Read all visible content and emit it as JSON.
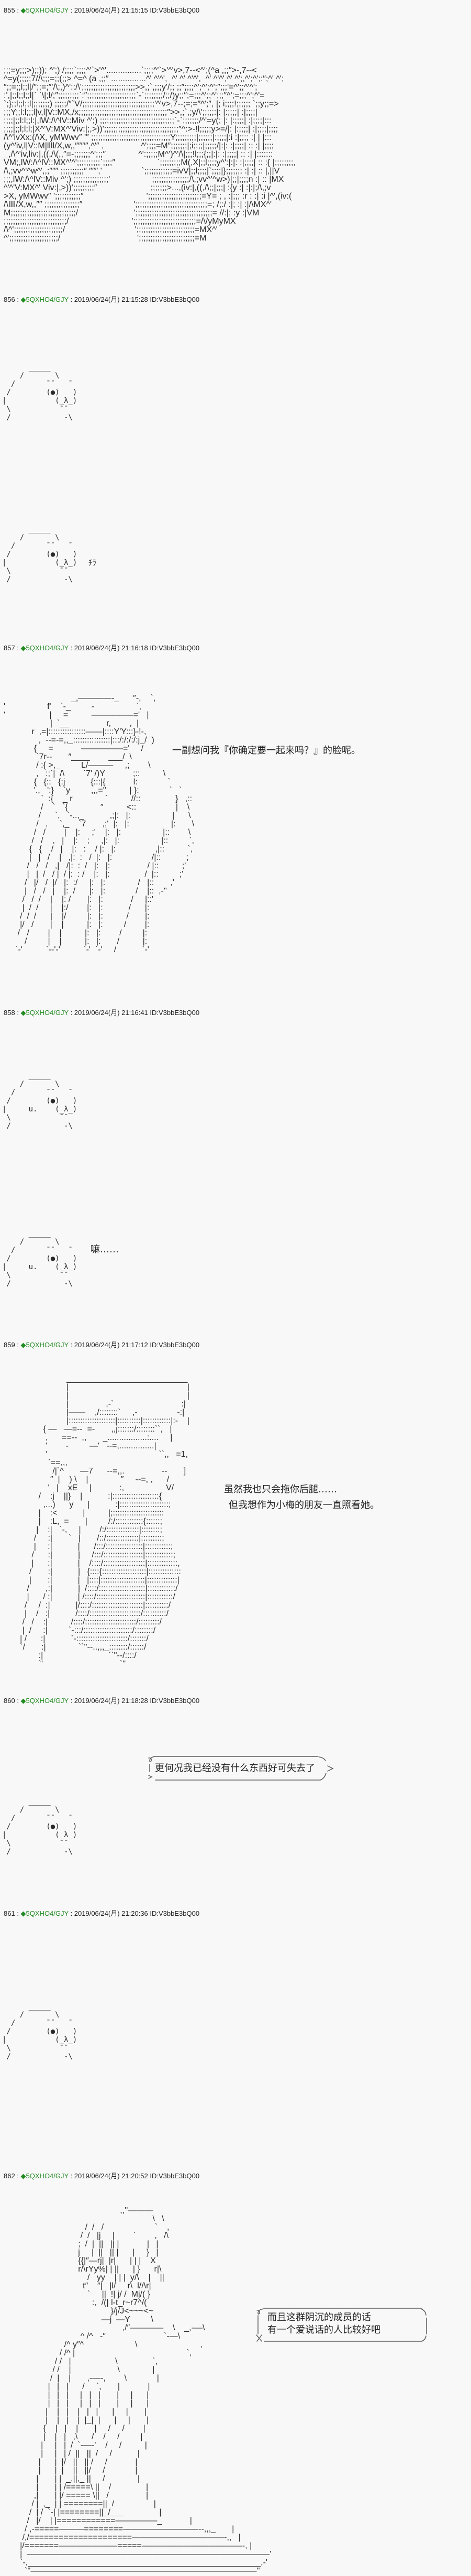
{
  "page": {
    "background": "#f8f8f8",
    "text_color": "#222222",
    "trip_color": "#228b22"
  },
  "header_sep": " : ",
  "posts": [
    {
      "number": "855",
      "trip": "◆5QXHO4/GJY",
      "date": "2019/06/24(月)",
      "time": "21:15:15",
      "id": "ID:V3bbE3bQ00",
      "aa": [
        ";;;=y;;;>);;)); ^';) /;;;;`;;;;^'`>'^'...............`;;;;^'`>'^'v>,7--<^';(^a ,;;″>-,7--<",
        "^=y(;;;;;7//\\;;;=;;(;;> ^=^ (a ,;;″ ...............^' ^'^',  ^' ^' ^'^',  ^' ^'^',^' ^';,^';^';:″;^' ^';",
        "″;;=;;l;;l|/″;;=;″'/\\;,)^'::/\\';;;;;;;;;;;;;;;;;;;;;;;>>,;`,;;;y'/;; ;;″;;;;^';^';^';″;;;'=^';;^'^';",
        ":',|;;l;;l;;l|` `\\|;l/;″;;;;;;;;;`:″;;;;;;;;;;;;;;;;;;;;;`-`;;;;;;;;/;;/)y;;″;=;;;^';;^';;;″^';=;;;^';^'=",
        "`;};;l;;l;;l|;;;;;;;) ;;;;;/″`V/;;;;;;;;;;;;;;;;;;;;;;;;;;;;;;;'^'v>,7--;=;=″^';″, |; i;;;;!;;;;;; `;;y;;=>",
        ";;;Y;;l:l;;;l|v,l|V::MX,/x;;;;;;;;;;;;;;;;;;;;;;;;;;;;;;;;;;;;;;″>>,;`,;y/\\';;;;;:|: |:;;;;| :|;;;;|",
        ";;;;|;;l:l;;l:|,lW:/\\^lV::Miv ^';) ;;;;;;;;;;;;;;;;;;;;;;;;;;;;;;;;`-`;;;;;;;/^'=y(; |: |:;;;;| :|;;;;|:::",
        ";;;;|;;l;l;l;|X^'V:MX^'Viv:|;,>))';;;;;;;;;;;;;;;;;;;;;;;;;;;;;;;;″^:>-!l;;;;;y>=/|: |:;;;;| :|;;;;|;;;;",
        "/\\^'ivXx:(/\\X, yMWwv″ '″ ;;;;;;;;;;;;;;;;;;;;;;;;;;;;;;;;;;Y;;;;;;;;;|;;;;;;|:;;;;|:i :|;;;; :| | |:::",
        "(y^'iv,l|V::M|llll/X,w,,″″″″',^'″ ,                ^';;;;=M″;;;;;;;|;i;;;;|;;;;;/|:|: :|;;;;| :: :| |;;;;",
        "_,/\\^'iv,liv:|,((,/\\(,,″=-;;;;;;;^';;;″              ^':;;;;;M^')^'/\\|;;;!l;;;{;;|:|: :|;;;;| :: :| |:::::::",
        "VM;,lW:/\\^lV::MX^'^';;;;;;;;;;`;;;;″                  `;;;;;;;;;M(,X|;;l;;;;y^':|:|: :|;;;;| :: :{ |;;;;;;;;,",
        "/\\,;vv^'^w^',,;″″″ ;;;;;;;;;;″ ″″″,'                 `;;;;;;;;;;;;=ivV|;;l;;;;|`;;;;|};;;;;;; :| :| :: |,||V",
        ";;;,lW:/\\^lV::Miv ^';) ;;;;;;;;;;;;;;;'                  ;;;;;;;;;;;;;;;;/\\,;vv^'^w>)|;;|;;;;n :| :: |MX",
        "^'^'V:MX^' Viv:|,>))';;;;;;;;;″                       ;;;;;;;>...,(iv:|,((,/\\;;|;;;| :{y :| :|:|;/\\,;v",
        ">X, yMWwv″ ';;;;;;;;;;;″                           ';;;;;;;;;;;;;;;;;;;;;;;=Y= ; , :|;;; :r : :| :i |^',(iv:(",
        "/\\llll/X,w,,″″ ;;;;;;;;;;;;;;;″                      ';;;;;;;;;;;;;;;;;;;;;;;;;;;;;;;=; /;:/ :|; :| :|/\\MX^'",
        "M;;;;;;;;;;;;;;;;;;;;;;;;;;;;/                        ';;;;;;;;;;;;;;;;;;;;;;;;;;;;;;;;;= //:|; :y :|VM",
        ";;;;;;;;;;;;;;;;;;;;;;;;;;;/                           ';;;;;;;;;;;;;;;;;;;;;;;;;;;=/\\/yMyMX",
        "/\\^';;;;;;;;;;;;;;;;;;;;;/                              ';;;;;;;;;;;;;;;;;;;;;;;;;=MX^'",
        "^';;;;;;;;;;;;;;;;;;;;;/                                 ';;;;;;;;;;;;;;;;;;;;;;;;=M"
      ]
    },
    {
      "number": "856",
      "trip": "◆5QXHO4/GJY",
      "date": "2019/06/24(月)",
      "time": "21:15:28",
      "id": "ID:V3bbE3bQ00",
      "figures": [
        {
          "type": "yaruo",
          "aa": [
            "      _____",
            "    /       \\",
            "  /       ¯¯   ¯",
            " /        (●)   )",
            "|           (_λ_)",
            " \\           ¯¯",
            " /            -\\"
          ]
        },
        {
          "type": "yaruo",
          "aa": [
            "      _____",
            "    /       \\",
            "  /       ¯¯   ¯",
            " /        (●)   )",
            "|           (_λ_)",
            " \\           ¯¯",
            " /            -\\"
          ],
          "side_text": "ﾁﾗ"
        }
      ]
    },
    {
      "number": "857",
      "trip": "◆5QXHO4/GJY",
      "date": "2019/06/24(月)",
      "time": "21:16:18",
      "id": "ID:V3bbE3bQ00",
      "aa": [
        "                             _,――――-_      ″-,    `,",
        "'                  f'    `-_         -                  `,",
        "'                   |     =          ―――――='   |",
        "                    |  `__                r,        ,  |",
        "            r  ,=|::::::::::::::::――|::::Y'Y:::}-!-,",
        "               ,  --=-=,,_::::::::::::::::|:::/:/:/:/:j_/  )",
        "             {     =            ―――――='     /",
        "              `7r--       ″____        ___/  \\",
        "              / :{ >,_         L/―――     ,;        \\",
        "              ,   :;`|  /\\        `7' /)Y            ;::          \\",
        "             {   {::   {:j           {:::|{            l:             `",
        "             '.,   ':}    `y         ,,,=''          | }:             `   `",
        "                `  :{    _ r              `          //::               }   ,::",
        "                /    `   `{              ″          <::                 |    \\",
        "               /      `,   `-..,_           ,;|:   |:                  |      \\",
        "              /   ,     `,_    `7       ,;'  |:   |:                  |:       \\",
        "             /   /        |    |:     ;'    |:   |:                  |::        \\",
        "            /   /    ,   |    |:    ;     ,|:   |:                  |::         `,",
        "           {   {    /   |    |:   :    / |:   |:                 ,|::          `,",
        "           |   |   /    |   ,|:  :   /  |:   |:                 /|::           ;",
        "          /   /   /   ,|   /|:  :  /   |:   |:                / |::          ;'",
        "          |   |  /   / |  / |:  : /    |:   |:               /  |::         ;'",
        "         /   |/   /  |/   |:  :/     |:   |:              /   |::       ,'",
        "         |   /   /   |    |:  /      |:   |:             /    |::  ,-''",
        "        /   /  /    |    |: /       |:   |:            /     |::'",
        "        |  /  /     |    |:/        |:   |:           /      |:",
        "       /  /  /      |    |/         |:   |:          /       |:",
        "       |/   /       |    |          |:   |:         /        |:",
        "      /   /        |    |          |:   |:        /         |:",
        "         /         |    |          |:   |:       /          |:",
        "     `-'          `--'-'          `-'  `-'     /           `-'"
      ],
      "dialogue": [
        "一副想问我『你确定要一起来吗？』的脸呢。"
      ]
    },
    {
      "number": "858",
      "trip": "◆5QXHO4/GJY",
      "date": "2019/06/24(月)",
      "time": "21:16:41",
      "id": "ID:V3bbE3bQ00",
      "figures": [
        {
          "type": "yaruo",
          "aa": [
            "      _____",
            "    /       \\",
            "  /       ¯¯   ¯",
            " /        (●)   )",
            "|     u.    (_λ_)",
            " \\           ¯¯",
            " /            -\\"
          ]
        },
        {
          "type": "yaruo",
          "aa": [
            "      _____",
            "    /       \\",
            "  /       ¯¯   ¯",
            " /        (●)   )",
            "|     u.    (_λ_)",
            " \\           ¯¯",
            " /            -\\"
          ],
          "side_text": "嘛……"
        }
      ]
    },
    {
      "number": "859",
      "trip": "◆5QXHO4/GJY",
      "date": "2019/06/24(月)",
      "time": "21:17:12",
      "id": "ID:V3bbE3bQ00",
      "aa": [
        "                           __________________________",
        "                           |                                                   |",
        "                           |                                                   |",
        "                           |                ,-`                             :|",
        "                           |――    ,/::::::::`     ,-                 -:|",
        "                           |::::::::::::::::::::|::::::::::|::::::::::::|:-    |",
        "                 { ―   ―=--  =-       ,,j:::::::/::::::::``,   |",
        "                  ,      ==--  ,,       _.................:....     |",
        "                  '        -         ―'   --=,...............|",
        "                  '                                                ``,,   =1,",
        "                   `==,,,",
        "                     /|`^       ―7      --=,,.                --       ]",
        "                    ″  |    ) \\    |              ″     --=, ,      /",
        "                   '   |    xE     |            :,                  V/",
        "               /    :j    ||}    |           :|::::::::::::::::::::{",
        "                 ,...)      y      |           :|:::::::::::::::::::::;",
        "               |    :<           |          |;::::::::::::::::::::::",
        "               |    :L,  =       |         /:/::::::::::::{::::::;",
        "              |    :|   `-,     |        /:/::::::::::::::|::::::::;",
        "             /     :|       `   |       /::/::::::::::::::|:::::::::;",
        "             |     :|           |      /:::/::::::::::::::::|:::::::::::;",
        "            /      :|           |     /:::/:::::::::::::::::|::::::::::::;",
        "            |      :|           |    /::::/::::::::::::::::::|:::::::::::::,",
        "           /       :|           |   {::::{:::::::::::::::::::|::::::::::::::",
        "           |       :|           |   |::::|:::::::::::::::::::|:::::::::::::|",
        "          /       ,:|           |  /::::/::::::::::::::::::::|::::::::::::/",
        "          |      / :|           | /::::/:::::::::::::::::::::|:::::::::::/",
        "         /     /  :|           |/::::/::::::::::::::::::::::|::::::::::/",
        "         |    /   :|           /::::/::::::::::::::::::::::/::::::::::/",
        "        /   /    :|          /::::/::::::::::::::::::::::/:::::::::/",
        "        |  /     :|         `-:::/:::::::::::::::::::::/::::::::/",
        "       | /      :|           `-::::::::::::::::::::::/:::::::/",
        "       `/       :|              ``''--..,,,_::::::::/::::::/",
        "               :|                            ``''--/::::/",
        "               `'                                 `''"
      ],
      "dialogue": [
        "虽然我也只会拖你后腿……",
        "但我想作为小梅的朋友一直照看她。"
      ]
    },
    {
      "number": "860",
      "trip": "◆5QXHO4/GJY",
      "date": "2019/06/24(月)",
      "time": "21:18:28",
      "id": "ID:V3bbE3bQ00",
      "bubble": {
        "lines": [
          "更何况我已经没有什么东西好可失去了"
        ]
      },
      "figures": [
        {
          "type": "yaruo",
          "aa": [
            "      _____",
            "    /       \\",
            "  /       ¯¯   ¯",
            " /        (●)   )",
            "|           (_λ_)",
            " \\           ¯¯",
            " /            -\\"
          ]
        }
      ]
    },
    {
      "number": "861",
      "trip": "◆5QXHO4/GJY",
      "date": "2019/06/24(月)",
      "time": "21:20:36",
      "id": "ID:V3bbE3bQ00",
      "figures": [
        {
          "type": "yaruo",
          "aa": [
            "      _____",
            "    /       \\",
            "  /       ¯¯   ¯",
            " /        (●)   )",
            "|           (_λ_)",
            " \\           ¯¯",
            " /            -\\"
          ]
        }
      ]
    },
    {
      "number": "862",
      "trip": "◆5QXHO4/GJY",
      "date": "2019/06/24(月)",
      "time": "21:20:52",
      "id": "ID:V3bbE3bQ00",
      "aa": [
        "                                                  ,,''―――",
        "                                                                \\   \\",
        "                                   /  /   /                      `    ,",
        "                                 /  /   |j     |        `        ,   /\\",
        "                                ;  /  |  ||   || |            |   |",
        "                                j     |  ||   || |      |     }   |",
        "                                {{|″―rj|  |r|      | | |    X",
        "                                r/\\rYy%| | ||      | }      r|\\",
        "                                    /   yy    | | |  y/\\    |    ||",
        "                                  t″    ″|   |l/     r\\  l//\\r|",
        "                                    `     ||  !| j/ /  Mj/( }",
        "                                      :,  /(| l-t_r~r7^/(",
        "                                              }/j/J<~~~<~",
        "                                          ―j  ―Y         \\",
        "                                                   ,/″――――    \\    _,-―\\",
        "                                 ^ /^   -″                         `-―\\",
        "                          /^ y″^                      \\                           ,",
        "                        / /^ |                                                `,",
        "                      / /   |                   \\               `,",
        "                     / /    |                    \\              |",
        "                    /  |    |       ,-―-,        \\             |",
        "                   |   |   |      /     `,       |            |",
        "                   |   |   |     |   |   |       |     |      |",
        "                   |   |   |     |   |   |       |     |      |",
        "                  |    |   |    |   |   |      |     |       |",
        "                  |    |   |    |  |_|  |      |     |       |",
        "                 {    |   |    |       |     /     /        |",
        "                 |    |   |   ,\\      /    /     /         |",
        "                |     |   |  /  `-―-'    /     /          |",
        "                |     |   | /  ||   ||  /     /           |",
        "               |      |  |/   ||   || /     /            |",
        "               |      |  |    ||   ||/     /             |",
        "              |       | |  _,||,_ ||     /              |",
        "              |       | | /=====\\ ||    /               |",
        "             ,|       | |/ ===== \\||   /                |",
        "            / |  ,_  | | ========||  /                 |",
        "           /  | /  `-| |========||_/___               |",
        "          /   |/    | |============―――――_            |",
        "         / ,-=====―――========―――――――――--,,,_       |",
        "        /,/=====================―――――――――――-,,   |",
        "       |/=======―――――――=====――――――――――――-, |",
        "       |  ―――――――――――――――――――――――――――――'",
        "       `-,__________________________________________________,-'",
        "         `''―――――――――――――――――――――――――――''"
      ],
      "bubble": {
        "lines": [
          "而且这群阴沉的成员的话",
          "有一个爱说话的人比较好吧"
        ]
      }
    }
  ]
}
